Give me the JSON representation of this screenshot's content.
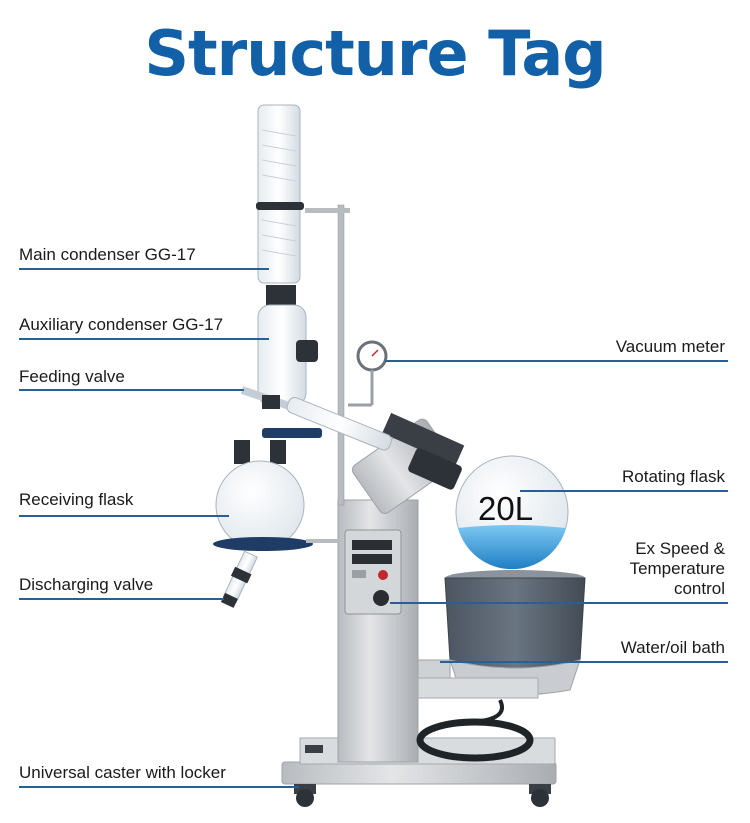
{
  "title": "Structure Tag",
  "colors": {
    "title": "#1260a8",
    "leader_line": "#2a5f93",
    "frame": "#c9cccf",
    "bath": "#5b6672",
    "liquid": "#3ea4e0",
    "glass": "#dfe6ec"
  },
  "labels": {
    "main_condenser": "Main condenser GG-17",
    "auxiliary_condenser": "Auxiliary condenser GG-17",
    "feeding_valve": "Feeding valve",
    "receiving_flask": "Receiving flask",
    "discharging_valve": "Discharging valve",
    "universal_caster": "Universal caster with locker",
    "vacuum_meter": "Vacuum meter",
    "rotating_flask": "Rotating flask",
    "speed_control_line1": "Ex Speed &",
    "speed_control_line2": "Temperature",
    "speed_control_line3": "control",
    "water_oil_bath": "Water/oil bath"
  },
  "flask_volume": "20L"
}
